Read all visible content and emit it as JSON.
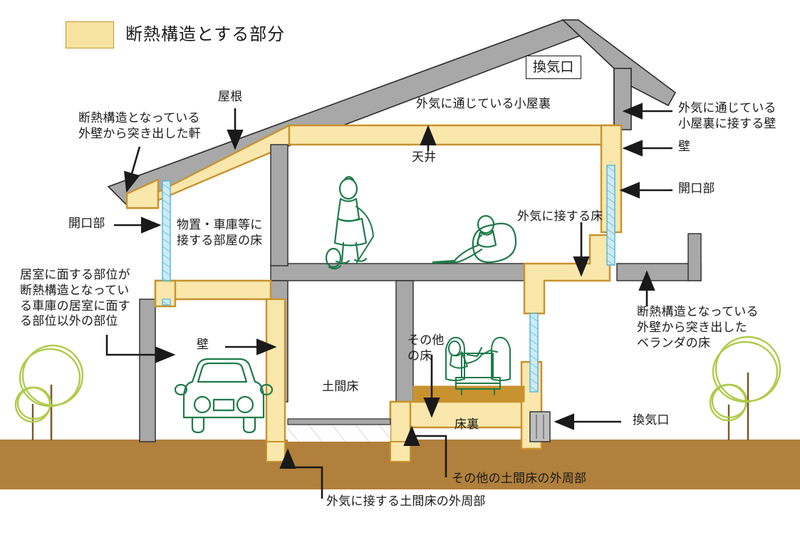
{
  "figure": {
    "title_legend": "断熱構造とする部分",
    "type": "architectural-cross-section",
    "subject": "house insulation zones cross-section"
  },
  "legend": {
    "swatch_color": "#F7E3A1",
    "swatch_border": "#C8922E",
    "label": "断熱構造とする部分"
  },
  "colors": {
    "insulation_fill": "#F9E7AC",
    "insulation_stroke": "#C8922E",
    "structure_fill": "#A8A8A8",
    "structure_stroke": "#2b2b2b",
    "ground_fill": "#B0803C",
    "glazing_fill": "#BFE6F2",
    "glazing_stroke": "#4FB4D8",
    "figure_green": "#1F7A4A",
    "tree_green": "#AFCB4A",
    "tree_trunk": "#7A5A2E",
    "text": "#1a1a1a"
  },
  "labels": {
    "roof": "屋根",
    "eaves_from_insulated_wall": "断熱構造となっている\n外壁から突き出した軒",
    "attic_vented": "外気に通じている小屋裏",
    "vent_top": "換気口",
    "ceiling": "天井",
    "wall_adjacent_vented_attic": "外気に通じている\n小屋裏に接する壁",
    "wall_right": "壁",
    "opening_right": "開口部",
    "opening_left": "開口部",
    "floor_adjacent_storage_garage": "物置・車庫等に\n接する部屋の床",
    "floor_exposed_outside_air": "外気に接する床",
    "veranda_from_insulated_wall": "断熱構造となっている\n外壁から突き出した\nベランダの床",
    "garage_non_living_parts": "居室に面する部位が\n断熱構造となってい\nる車庫の居室に面す\nる部位以外の部位",
    "wall_garage": "壁",
    "slab_floor": "土間床",
    "other_floor": "その他\nの床",
    "underfloor": "床裏",
    "vent_bottom": "換気口",
    "other_slab_perimeter": "その他の土間床の外周部",
    "slab_perimeter_exposed_air": "外気に接する土間床の外周部"
  },
  "icons": {
    "person_vacuuming": "person-vacuuming-icon",
    "person_beanbag": "person-on-beanbag-icon",
    "person_sofa": "person-on-sofa-icon",
    "car": "car-front-icon",
    "tree_left": "tree-icon",
    "tree_right": "tree-icon",
    "vent_grille": "vent-grille-icon"
  }
}
